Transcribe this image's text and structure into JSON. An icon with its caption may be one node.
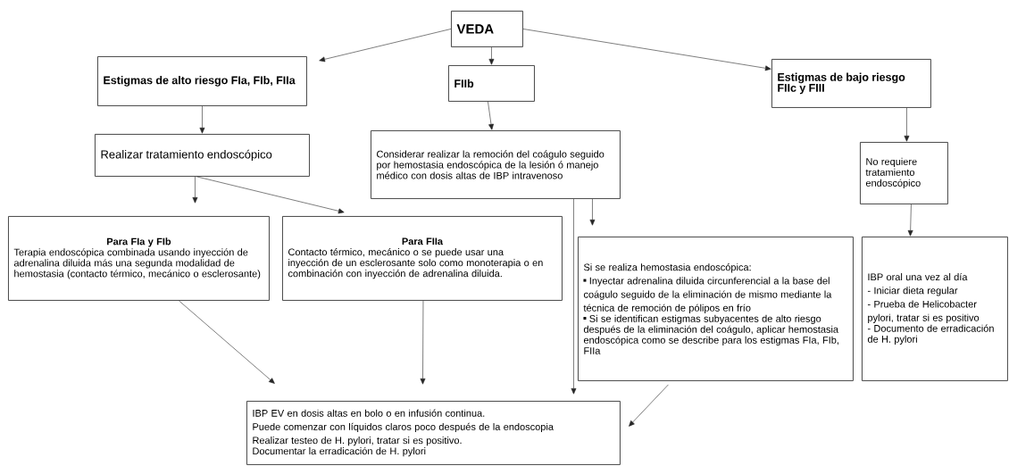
{
  "diagram": {
    "nodes": [
      {
        "text": [
          "VEDA"
        ]
      },
      {
        "text": [
          "Estigmas de alto riesgo FIa, FIb, FIIa"
        ]
      },
      {
        "text": [
          "FIIb"
        ]
      },
      {
        "text": [
          "Estigmas de bajo riesgo FIIc y FIII"
        ]
      },
      {
        "text": [
          "Realizar tratamiento endoscópico"
        ]
      },
      {
        "text": [
          "Considerar realizar la remoción del coágulo seguido por hemostasia endoscópica de la lesión ó manejo médico con dosis altas de IBP intravenoso"
        ]
      },
      {
        "text": [
          "No requiere tratamiento endoscópico"
        ]
      },
      {
        "text": [
          "Para FIa y FIb",
          "Terapia endoscópica combinada usando inyección de adrenalina diluida más una segunda modalidad de hemostasia (contacto térmico, mecánico o esclerosante)"
        ]
      },
      {
        "text": [
          "Para FIIa",
          "Contacto térmico, mecánico o se puede usar una inyección de un esclerosante solo como monoterapia o en combinación con inyección de adrenalina diluida."
        ]
      },
      {
        "text": [
          "Si se realiza hemostasia endoscópica:",
          "Inyectar adrenalina diluida circunferencial a la base del coágulo seguido de la eliminación de mismo mediante la técnica de remoción de pólipos en frío",
          "Si se identifican estigmas subyacentes de alto riesgo después de la eliminación del coágulo, aplicar hemostasia endoscópica como se describe para los estigmas FIa, FIb, FIIa"
        ]
      },
      {
        "text": [
          "IBP oral una vez al día",
          "- Iniciar dieta regular",
          "- Prueba de Helicobacter pylori, tratar si es positivo",
          "- Documento de erradicación de H. pylori"
        ]
      },
      {
        "text": [
          "IBP EV en dosis altas en bolo o en infusión continua.",
          "Puede comenzar con líquidos claros poco después de la endoscopia",
          "Realizar testeo de H. pylori, tratar si es positivo.",
          "Documentar la erradicación de H. pylori"
        ]
      }
    ],
    "edges": [
      {
        "from": 0,
        "to": 1,
        "arrow": "to"
      },
      {
        "from": 0,
        "to": 2,
        "arrow": "to"
      },
      {
        "from": 0,
        "to": 3,
        "arrow": "to"
      },
      {
        "from": 1,
        "to": 4,
        "arrow": "to"
      },
      {
        "from": 2,
        "to": 5,
        "arrow": "to"
      },
      {
        "from": 3,
        "to": 6,
        "arrow": "to"
      },
      {
        "from": 4,
        "to": 7,
        "arrow": "to"
      },
      {
        "from": 4,
        "to": 8,
        "arrow": "to"
      },
      {
        "from": 5,
        "to": 11,
        "arrow": "to"
      },
      {
        "from": 5,
        "to": 9,
        "arrow": "to"
      },
      {
        "from": 6,
        "to": 10,
        "arrow": "to"
      },
      {
        "from": 7,
        "to": 11,
        "arrow": "to"
      },
      {
        "from": 8,
        "to": 11,
        "arrow": "to"
      },
      {
        "from": 9,
        "to": 11,
        "arrow": "to"
      }
    ]
  }
}
